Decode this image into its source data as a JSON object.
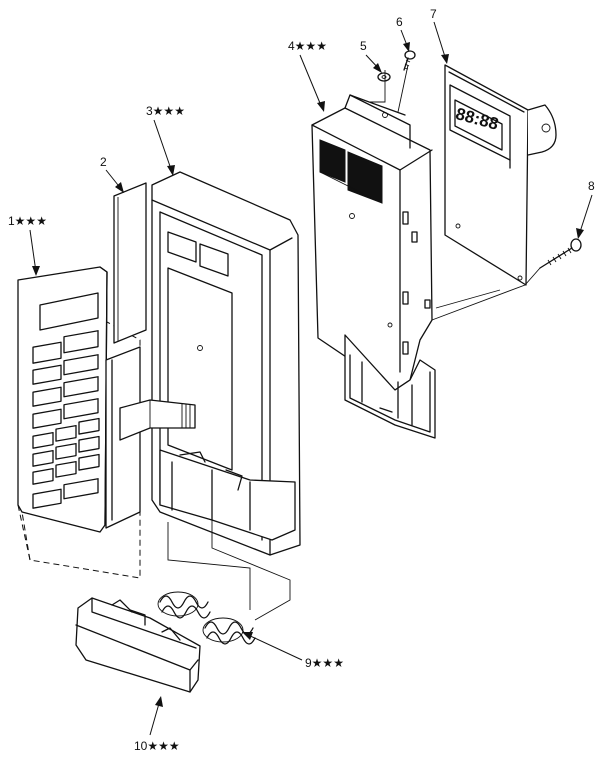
{
  "callouts": [
    {
      "id": "1",
      "text": "1★★★"
    },
    {
      "id": "2",
      "text": "2"
    },
    {
      "id": "3",
      "text": "3★★★"
    },
    {
      "id": "4",
      "text": "4★★★"
    },
    {
      "id": "5",
      "text": "5"
    },
    {
      "id": "6",
      "text": "6"
    },
    {
      "id": "7",
      "text": "7"
    },
    {
      "id": "8",
      "text": "8"
    },
    {
      "id": "9",
      "text": "9★★★"
    },
    {
      "id": "10",
      "text": "10★★★"
    }
  ],
  "display_readout": "88:88"
}
